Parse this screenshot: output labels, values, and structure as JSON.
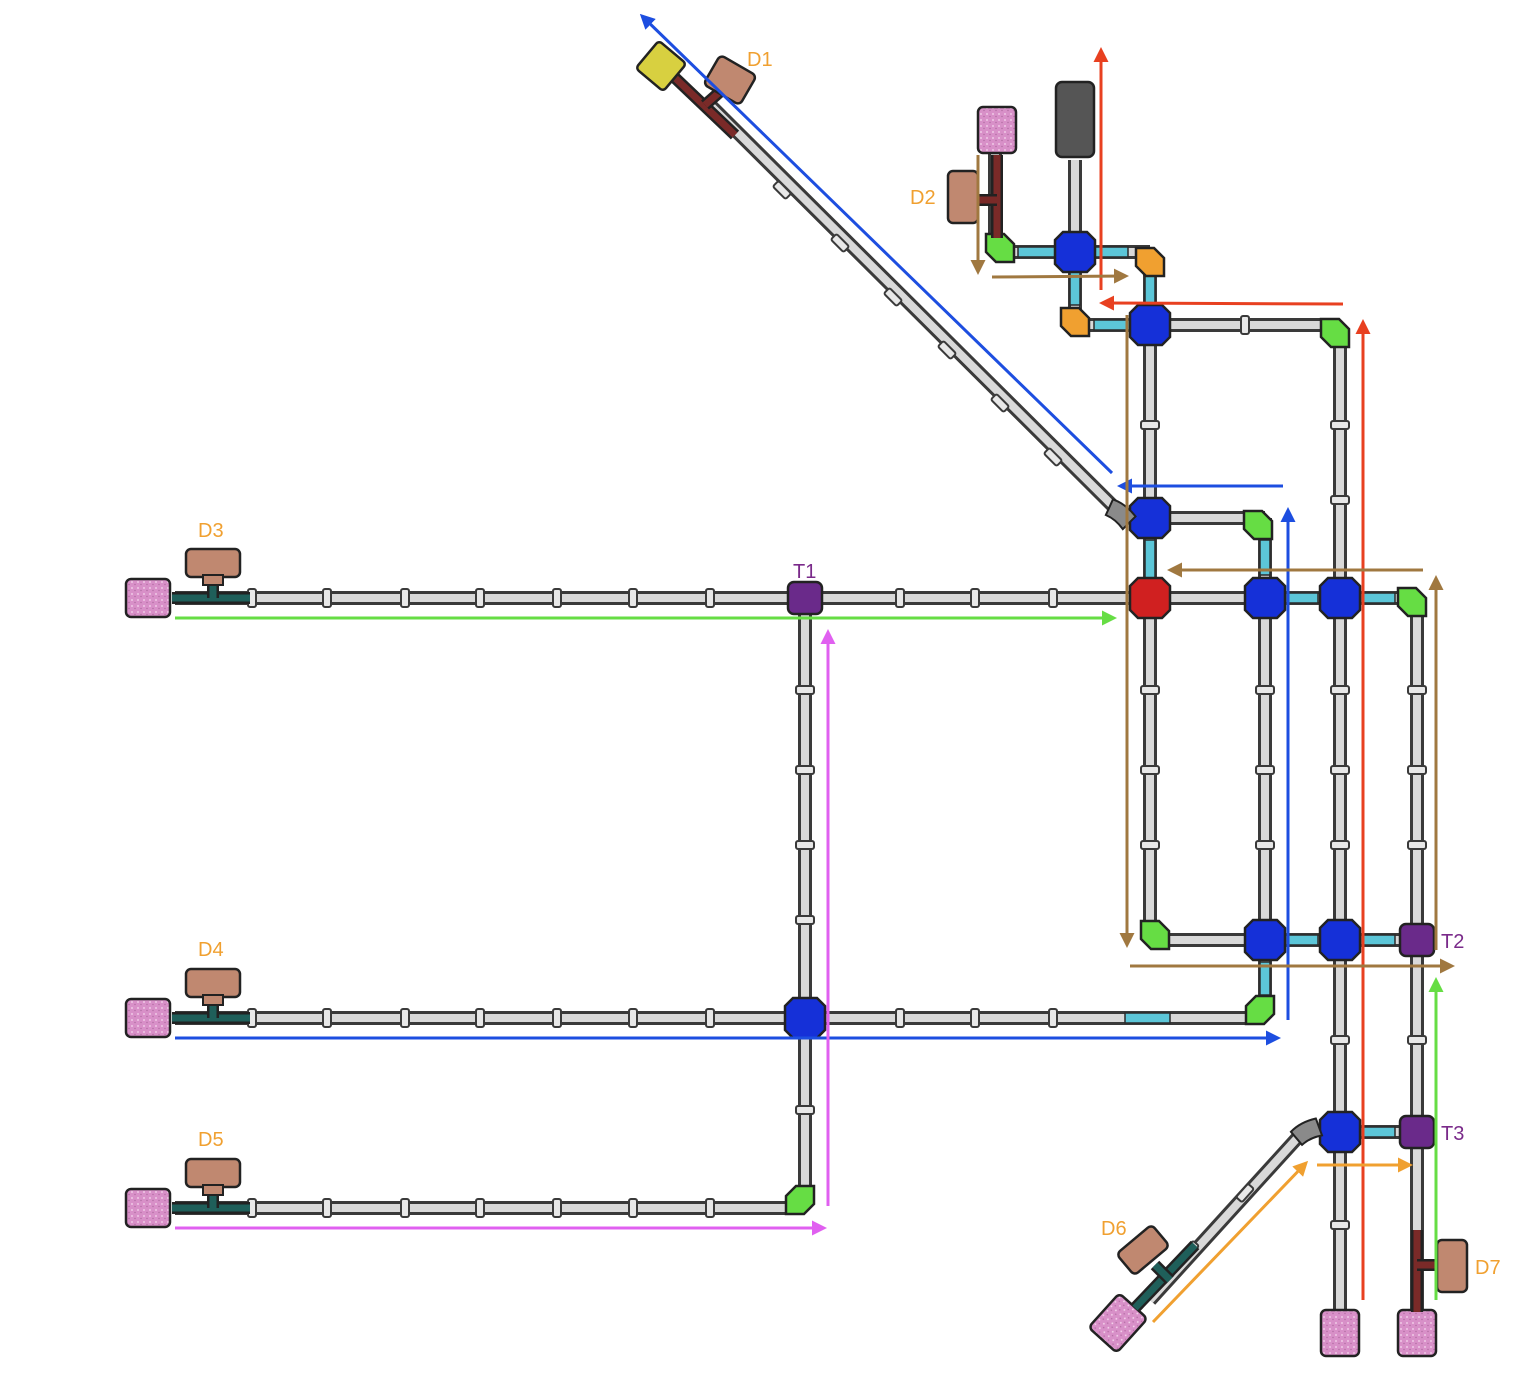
{
  "device_labels": [
    {
      "id": "D1",
      "text": "D1"
    },
    {
      "id": "D2",
      "text": "D2"
    },
    {
      "id": "D3",
      "text": "D3"
    },
    {
      "id": "D4",
      "text": "D4"
    },
    {
      "id": "D5",
      "text": "D5"
    },
    {
      "id": "D6",
      "text": "D6"
    },
    {
      "id": "D7",
      "text": "D7"
    }
  ],
  "junction_labels": [
    {
      "id": "T1",
      "text": "T1"
    },
    {
      "id": "T2",
      "text": "T2"
    },
    {
      "id": "T3",
      "text": "T3"
    }
  ],
  "colors": {
    "device_label": "#f0a030",
    "junction_label": "#7a2a8a",
    "node_blue": "#1530d8",
    "node_red": "#d02020",
    "node_purple": "#6a2a8a",
    "bend_green": "#66dd44",
    "bend_orange": "#f0a030",
    "connector_cyan": "#5cc6d8",
    "reservoir_pink": "#d890c8",
    "valve_brown": "#c08870",
    "stem_teal": "#1f5f5a",
    "stem_maroon": "#7a2a28",
    "sensor_yellow": "#d8d040",
    "sensor_gray": "#555555",
    "flow_blue": "#1d4ee0",
    "flow_red": "#e84020",
    "flow_brown": "#a07840",
    "flow_green": "#66dd44",
    "flow_magenta": "#e060f0",
    "flow_orange": "#f0a030"
  }
}
